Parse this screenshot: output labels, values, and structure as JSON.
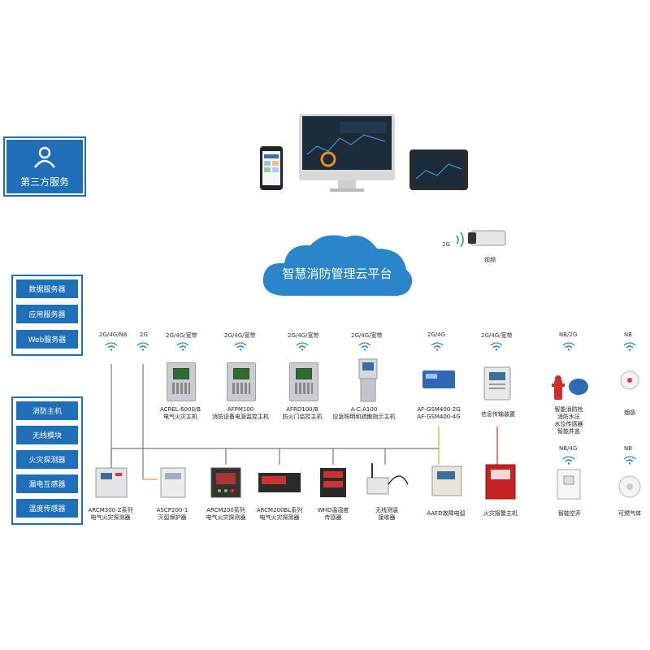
{
  "third_party": {
    "label": "第三方服务"
  },
  "cloud": {
    "label": "智慧消防管理云平台"
  },
  "camera": {
    "label": "视频",
    "net": "2G"
  },
  "servers": [
    "数据服务器",
    "应用服务器",
    "Web服务器"
  ],
  "modules": [
    "消防主机",
    "无线模块",
    "火灾探测器",
    "漏电互感器",
    "温度传感器"
  ],
  "networks": {
    "n1": "2G/4G/NB",
    "n2": "2G",
    "d1": "2G/4G/宽带",
    "d2": "2G/4G/宽带",
    "d3": "2G/4G/宽带",
    "d4": "2G/4G/宽带",
    "gsm": "2G/4G",
    "info": "2G/4G/宽带",
    "hydrant": "NB/2G",
    "smoke": "NB",
    "switch": "NB/4G",
    "gas": "NB"
  },
  "upper_devices": [
    {
      "line1": "ACREL-6000/B",
      "line2": "电气火灾主机"
    },
    {
      "line1": "AFPM100",
      "line2": "消防设备电源监控主机"
    },
    {
      "line1": "AFRD100/B",
      "line2": "防火门监控主机"
    },
    {
      "line1": "A-C-A100",
      "line2": "应急照明和疏散指示主机"
    },
    {
      "line1": "AF-GSM400-2G",
      "line2": "AF-GSM400-4G"
    },
    {
      "line1": "信息传输装置",
      "line2": ""
    }
  ],
  "hydrant": [
    "智能消防栓",
    "消防水压",
    "水位传感器",
    "智能井盖"
  ],
  "smoke": {
    "label": "烟感"
  },
  "lower_devices": [
    {
      "line1": "ARCM300-Z系列",
      "line2": "电气火灾探测器"
    },
    {
      "line1": "ASCP200-1",
      "line2": "灭弧保护器"
    },
    {
      "line1": "ARCM200系列",
      "line2": "电气火灾探测器"
    },
    {
      "line1": "ARCM200BL系列",
      "line2": "电气火灾探测器"
    },
    {
      "line1": "WHD温湿度",
      "line2": "传感器"
    },
    {
      "line1": "无线测温",
      "line2": "接收器"
    },
    {
      "line1": "AAFD故障电弧",
      "line2": ""
    },
    {
      "line1": "火灾报警主机",
      "line2": ""
    },
    {
      "line1": "智能空开",
      "line2": ""
    },
    {
      "line1": "可燃气体",
      "line2": ""
    }
  ]
}
